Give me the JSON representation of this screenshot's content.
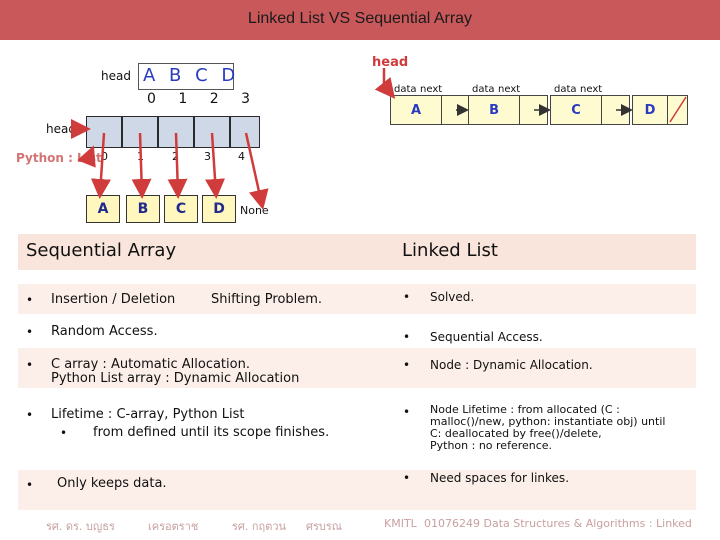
{
  "title": "Linked List VS Sequential Array",
  "colors": {
    "header_bar": "#c8585a",
    "arrow": "#d03b3b",
    "blue_text": "#2a3bbf"
  },
  "top_left": {
    "head_label": "head",
    "letters": "A B C D",
    "indices": "0 1 2 3"
  },
  "python_list": {
    "head_label": "head",
    "label": "Python : List",
    "indices": [
      "0",
      "1",
      "2",
      "3",
      "4"
    ],
    "objects": [
      "A",
      "B",
      "C",
      "D"
    ],
    "none_label": "None"
  },
  "linked_list_diagram": {
    "head_label": "head",
    "nodes": [
      {
        "data_label": "data",
        "next_label": "next",
        "value": "A"
      },
      {
        "data_label": "data",
        "next_label": "next",
        "value": "B"
      },
      {
        "data_label": "data",
        "next_label": "next",
        "value": "C"
      },
      {
        "value": "D"
      }
    ]
  },
  "table": {
    "left_header": "Sequential Array",
    "right_header": "Linked List",
    "left": [
      {
        "bullet": "•",
        "text": "Insertion / Deletion",
        "text2": "Shifting Problem."
      },
      {
        "bullet": "•",
        "text": "Random Access."
      },
      {
        "bullet": "•",
        "text": "C array : Automatic Allocation.",
        "text2": "Python List array : Dynamic Allocation"
      },
      {
        "bullet": "•",
        "text": "Lifetime : C-array, Python List",
        "sub_bullet": "•",
        "sub_text": "from defined until its scope finishes."
      },
      {
        "bullet": "•",
        "text": "Only keeps data."
      }
    ],
    "right": [
      {
        "bullet": "•",
        "text": "Solved."
      },
      {
        "bullet": "•",
        "text": "Sequential Access."
      },
      {
        "bullet": "•",
        "text": "Node : Dynamic Allocation."
      },
      {
        "bullet": "•",
        "lines": [
          "Node Lifetime : from allocated (C :",
          "malloc()/new, python: instantiate obj) until",
          "C: deallocated by free()/delete,",
          "Python : no reference."
        ]
      },
      {
        "bullet": "•",
        "text": "Need spaces for linkes."
      }
    ]
  },
  "footer": {
    "author1": "รศ. ดร. บญธร",
    "author2": "เครอตราช",
    "author3": "รศ. กฤตวน",
    "author4": "ศรบรณ",
    "institution": "KMITL",
    "course": "01076249 Data Structures & Algorithms : Linked"
  }
}
